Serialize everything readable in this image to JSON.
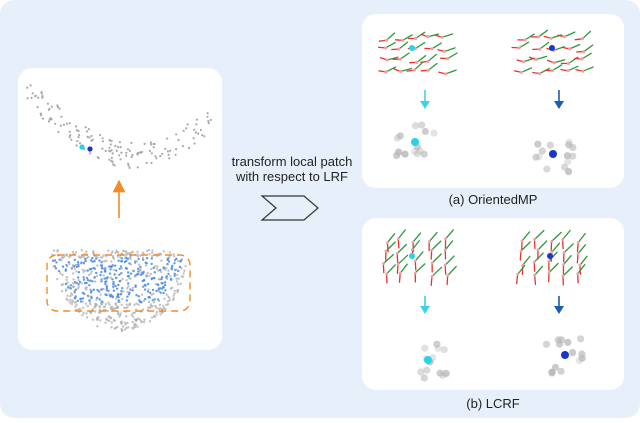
{
  "transform_label": {
    "line1": "transform local patch",
    "line2": "with respect to LRF"
  },
  "panels": {
    "oriented_mp": {
      "caption": "(a) OrientedMP"
    },
    "lcrf": {
      "caption": "(b) LCRF"
    }
  },
  "colors": {
    "background_blue": "#e7f0fa",
    "panel_white": "#ffffff",
    "points_gray": "#a9a9a9",
    "point_cyan": "#25d4e8",
    "point_blue": "#1a36c9",
    "bowl_highlight_blue": "#4d8fe8",
    "arrow_orange": "#f28c28",
    "arrow_cyan": "#3dd1ee",
    "arrow_blue": "#1d5bb8",
    "axis_red": "#e8332a",
    "axis_green": "#2c9a3a",
    "axis_pink": "#f0a0a8"
  }
}
